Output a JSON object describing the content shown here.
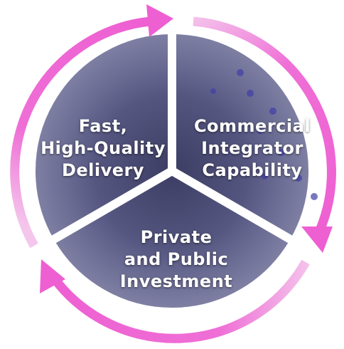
{
  "colors": {
    "arrow": "#ee5fd2",
    "segment_fill": "#5a5b86",
    "segment_dark": "#3c3d63",
    "label_text": "#ffffff"
  },
  "segments": [
    {
      "id": "left",
      "lines": [
        "Fast,",
        "High-Quality",
        "Delivery"
      ]
    },
    {
      "id": "right",
      "lines": [
        "Commercial",
        "Integrator",
        "Capability"
      ]
    },
    {
      "id": "bottom",
      "lines": [
        "Private",
        "and Public",
        "Investment"
      ]
    }
  ]
}
